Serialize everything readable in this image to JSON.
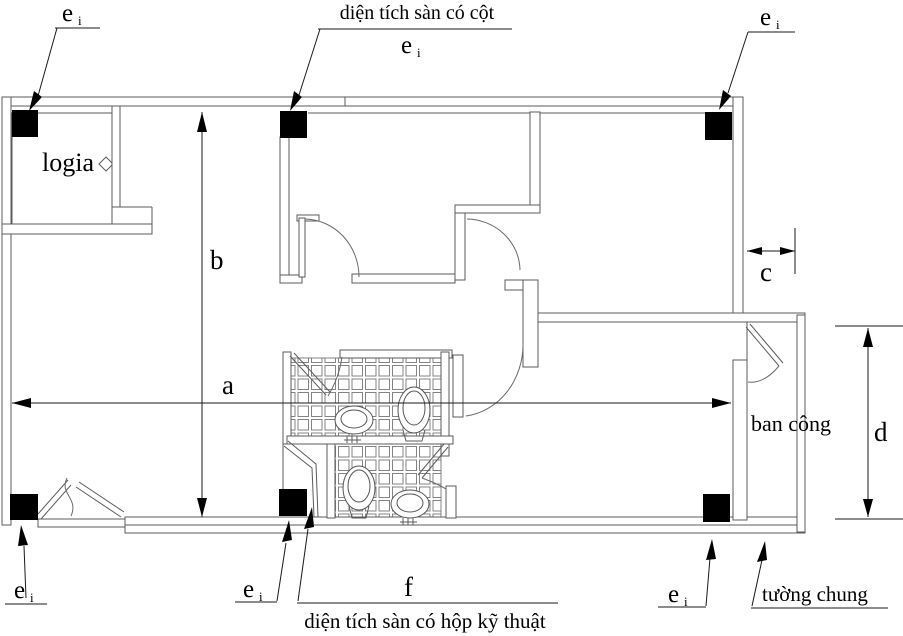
{
  "plan": {
    "annotations": {
      "floor_area_with_columns": "diện tích sàn có cột",
      "floor_area_with_technical_box": "diện tích sàn có hộp kỹ thuật",
      "shared_wall": "tường chung"
    },
    "rooms": {
      "loggia": "logia",
      "balcony": "ban công"
    },
    "dimensions": {
      "a": "a",
      "b": "b",
      "c": "c",
      "d": "d",
      "f": "f"
    },
    "column_marker": {
      "base": "e",
      "sub": "i"
    },
    "colors": {
      "line": "#5b5b5b",
      "annotation": "#000000",
      "column_fill": "#000000"
    }
  }
}
